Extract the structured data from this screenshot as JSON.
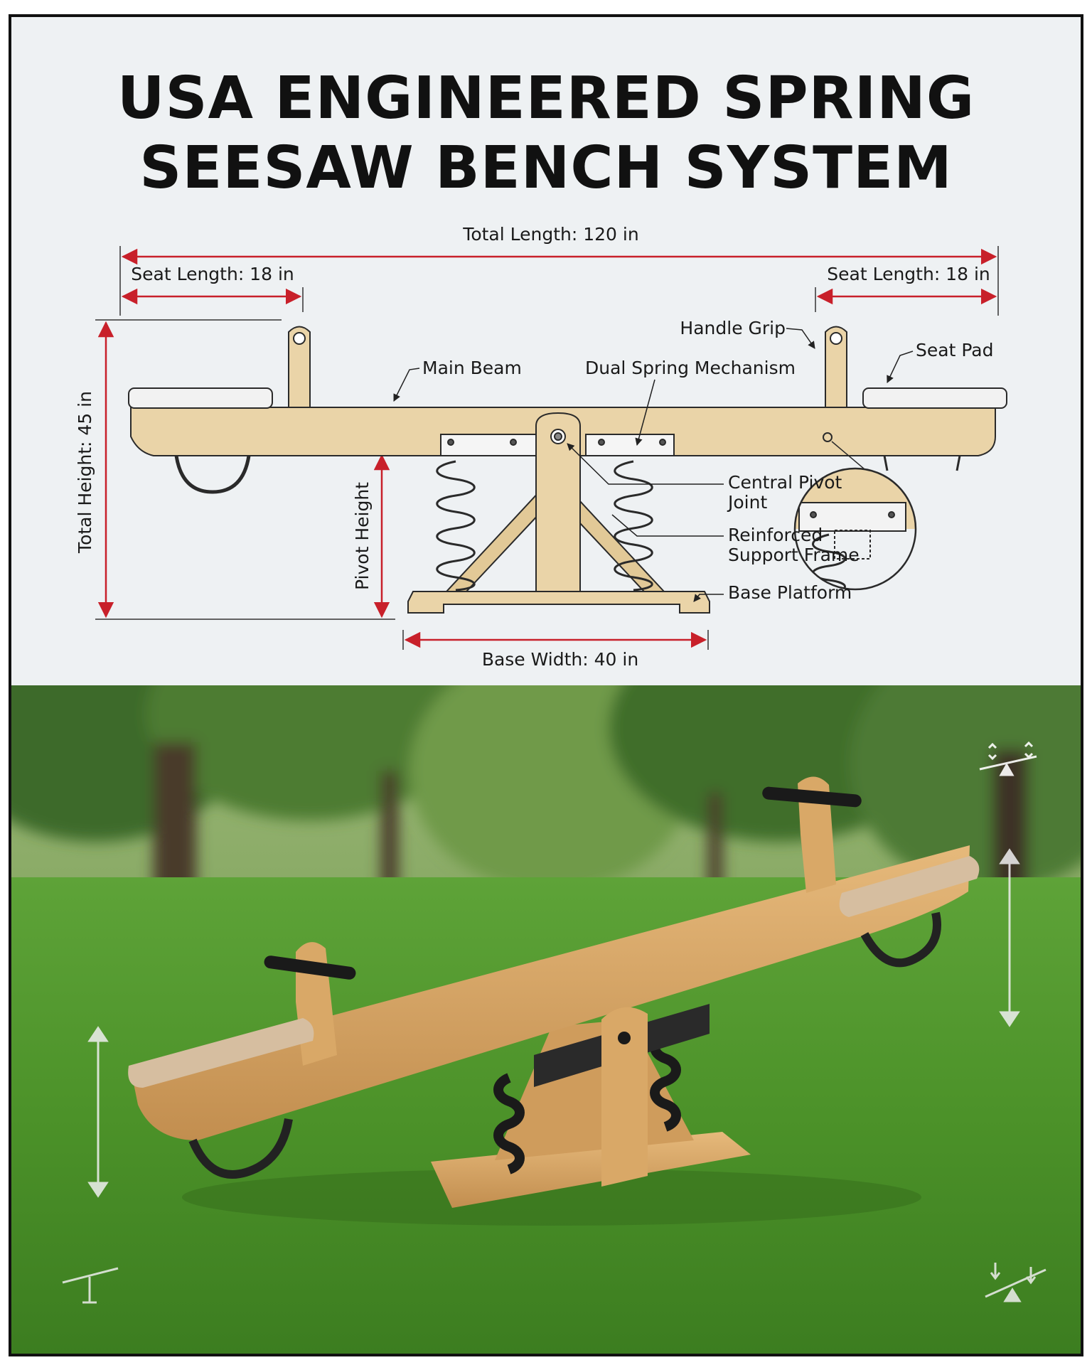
{
  "title": {
    "line1": "USA ENGINEERED SPRING",
    "line2": "SEESAW BENCH SYSTEM"
  },
  "dimensions": {
    "total_length": "Total Length: 120 in",
    "seat_length_left": "Seat Length: 18 in",
    "seat_length_right": "Seat Length: 18 in",
    "total_height": "Total Height: 45 in",
    "pivot_height": "Pivot Height",
    "base_width": "Base Width: 40 in"
  },
  "callouts": {
    "handle_grip": "Handle Grip",
    "seat_pad": "Seat Pad",
    "main_beam": "Main Beam",
    "dual_spring": "Dual Spring Mechanism",
    "central_pivot_1": "Central Pivot",
    "central_pivot_2": "Joint",
    "support_frame_1": "Reinforced",
    "support_frame_2": "Support Frame",
    "base_platform": "Base Platform"
  },
  "colors": {
    "dimension_line": "#c8202a",
    "wood": "#ead4a8",
    "wood_photo": "#d6a868",
    "grass": "#4f9a2c",
    "steel": "#2a2a2a"
  },
  "photo_icons": [
    "seesaw-balance-icon",
    "vertical-motion-arrow-icon",
    "ground-anchor-icon",
    "tilt-balance-icon"
  ]
}
